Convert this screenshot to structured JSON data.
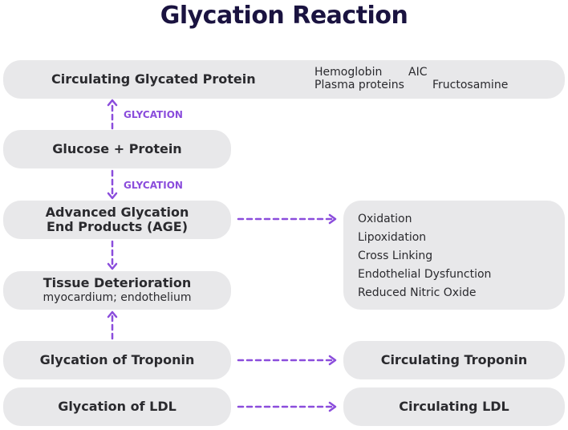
{
  "title": "Glycation Reaction",
  "boxes": {
    "circulating_glycated_protein": "Circulating Glycated Protein",
    "glucose_protein": "Glucose + Protein",
    "age_line1": "Advanced Glycation",
    "age_line2": "End Products (AGE)",
    "tissue_title": "Tissue Deterioration",
    "tissue_sub": "myocardium; endothelium",
    "glycation_troponin": "Glycation of Troponin",
    "glycation_ldl": "Glycation of LDL",
    "circulating_troponin": "Circulating Troponin",
    "circulating_ldl": "Circulating LDL"
  },
  "markers": {
    "hemoglobin": "Hemoglobin",
    "aic": "AIC",
    "plasma": "Plasma proteins",
    "fructosamine": "Fructosamine"
  },
  "labels": {
    "glycation_up": "GLYCATION",
    "glycation_down": "GLYCATION"
  },
  "effects": [
    "Oxidation",
    "Lipoxidation",
    "Cross Linking",
    "Endothelial Dysfunction",
    "Reduced Nitric Oxide"
  ],
  "colors": {
    "accent": "#8b4ddc",
    "box": "#e8e8ea",
    "title": "#1a1340"
  }
}
